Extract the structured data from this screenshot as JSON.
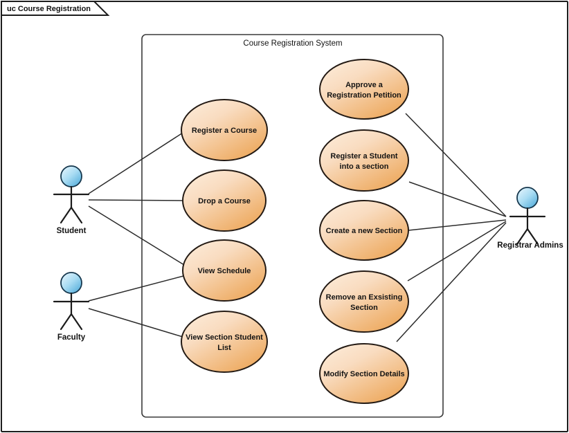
{
  "diagram": {
    "tab_label": "uc Course Registration",
    "boundary_title": "Course Registration System",
    "kind": "uml-use-case-diagram",
    "colors": {
      "usecase_fill_light": "#fbe6d2",
      "usecase_fill_dark": "#eda85c",
      "usecase_stroke": "#231a14",
      "actor_head_light": "#cfeaf8",
      "actor_head_dark": "#58b4e0",
      "actor_stroke": "#1b1b1b",
      "line": "#2b2b2b",
      "frame": "#1d1d1d",
      "background": "#ffffff"
    }
  },
  "actors": [
    {
      "id": "student",
      "label": "Student"
    },
    {
      "id": "faculty",
      "label": "Faculty"
    },
    {
      "id": "registrar",
      "label": "Registrar Admins"
    }
  ],
  "use_cases": [
    {
      "id": "register-a-course",
      "lines": [
        "Register a Course"
      ]
    },
    {
      "id": "drop-a-course",
      "lines": [
        "Drop a Course"
      ]
    },
    {
      "id": "view-schedule",
      "lines": [
        "View Schedule"
      ]
    },
    {
      "id": "view-section-student-list",
      "lines": [
        "View Section Student",
        "List"
      ]
    },
    {
      "id": "approve-a-registration-petition",
      "lines": [
        "Approve a",
        "Registration Petition"
      ]
    },
    {
      "id": "register-a-student-into-a-section",
      "lines": [
        "Register a Student",
        "into a section"
      ]
    },
    {
      "id": "create-a-new-section",
      "lines": [
        "Create a new Section"
      ]
    },
    {
      "id": "remove-an-exsisting-section",
      "lines": [
        "Remove an Exsisting",
        "Section"
      ]
    },
    {
      "id": "modify-section-details",
      "lines": [
        "Modify Section Details"
      ]
    }
  ],
  "associations": [
    {
      "actor": "student",
      "use_case": "register-a-course"
    },
    {
      "actor": "student",
      "use_case": "drop-a-course"
    },
    {
      "actor": "student",
      "use_case": "view-schedule"
    },
    {
      "actor": "faculty",
      "use_case": "view-schedule"
    },
    {
      "actor": "faculty",
      "use_case": "view-section-student-list"
    },
    {
      "actor": "registrar",
      "use_case": "approve-a-registration-petition"
    },
    {
      "actor": "registrar",
      "use_case": "register-a-student-into-a-section"
    },
    {
      "actor": "registrar",
      "use_case": "create-a-new-section"
    },
    {
      "actor": "registrar",
      "use_case": "remove-an-exsisting-section"
    },
    {
      "actor": "registrar",
      "use_case": "modify-section-details"
    }
  ],
  "labels": {
    "uc_0_l0": "Register a Course",
    "uc_1_l0": "Drop a Course",
    "uc_2_l0": "View Schedule",
    "uc_3_l0": "View Section Student",
    "uc_3_l1": "List",
    "uc_4_l0": "Approve a",
    "uc_4_l1": "Registration Petition",
    "uc_5_l0": "Register a Student",
    "uc_5_l1": "into a section",
    "uc_6_l0": "Create a new Section",
    "uc_7_l0": "Remove an Exsisting",
    "uc_7_l1": "Section",
    "uc_8_l0": "Modify Section Details",
    "actor_student": "Student",
    "actor_faculty": "Faculty",
    "actor_registrar": "Registrar Admins"
  }
}
